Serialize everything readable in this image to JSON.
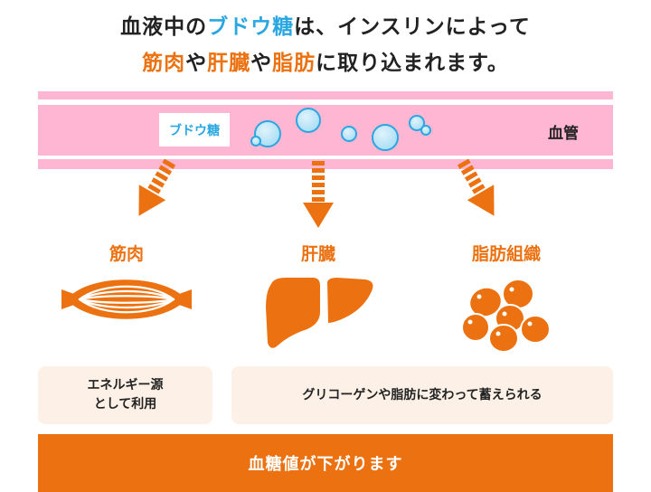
{
  "title": {
    "line1_pre": "血液中の",
    "line1_highlight": "ブドウ糖",
    "line1_post": "は、インスリンによって",
    "line2_w1": "筋肉",
    "line2_s1": "や",
    "line2_w2": "肝臓",
    "line2_s2": "や",
    "line2_w3": "脂肪",
    "line2_post": "に取り込まれます。"
  },
  "vessel": {
    "label": "血管",
    "glucose_label": "ブドウ糖"
  },
  "organs": [
    {
      "label": "筋肉",
      "icon": "muscle-icon"
    },
    {
      "label": "肝臓",
      "icon": "liver-icon"
    },
    {
      "label": "脂肪組織",
      "icon": "fat-tissue-icon"
    }
  ],
  "boxes": {
    "muscle_line1": "エネルギー源",
    "muscle_line2": "として利用",
    "liver_fat": "グリコーゲンや脂肪に変わって蓄えられる"
  },
  "result": "血糖値が下がります",
  "colors": {
    "accent": "#ec7211",
    "glucose_blue": "#2aa7e1",
    "vessel_pink": "#ffb6d3",
    "box_bg": "#fdf0e6"
  }
}
